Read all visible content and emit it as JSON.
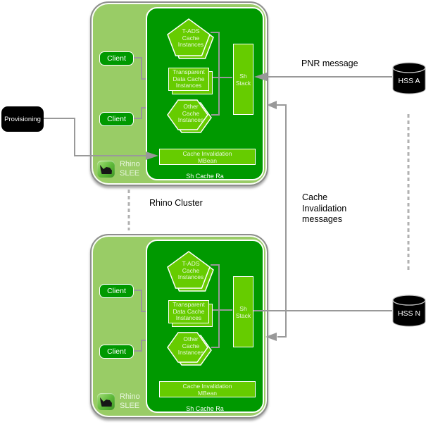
{
  "labels": {
    "pnr_message": "PNR message",
    "cache_invalidation_messages": "Cache\nInvalidation\nmessages",
    "rhino_cluster": "Rhino Cluster"
  },
  "provisioning": {
    "label": "Provisioning"
  },
  "hss": [
    {
      "label": "HSS A"
    },
    {
      "label": "HSS N"
    }
  ],
  "nodes": [
    {
      "rhino_slee": "Rhino\nSLEE",
      "clients": [
        {
          "label": "Client"
        },
        {
          "label": "Client"
        }
      ],
      "tads": "T-ADS\nCache\nInstances",
      "transparent": "Transparent\nData Cache\nInstances",
      "other": "Other\nCache\nInstances",
      "sh_stack": "Sh\nStack",
      "mbean": "Cache Invalidation\nMBean",
      "ra": "Sh Cache Ra"
    },
    {
      "rhino_slee": "Rhino\nSLEE",
      "clients": [
        {
          "label": "Client"
        },
        {
          "label": "Client"
        }
      ],
      "tads": "T-ADS\nCache\nInstances",
      "transparent": "Transparent\nData Cache\nInstances",
      "other": "Other\nCache\nInstances",
      "sh_stack": "Sh\nStack",
      "mbean": "Cache Invalidation\nMBean",
      "ra": "Sh Cache Ra"
    }
  ],
  "colors": {
    "node_fill": "#99cc66",
    "inner_fill": "#009900",
    "shape_fill": "#66cc00",
    "line": "#999999",
    "black_box": "#000000"
  }
}
